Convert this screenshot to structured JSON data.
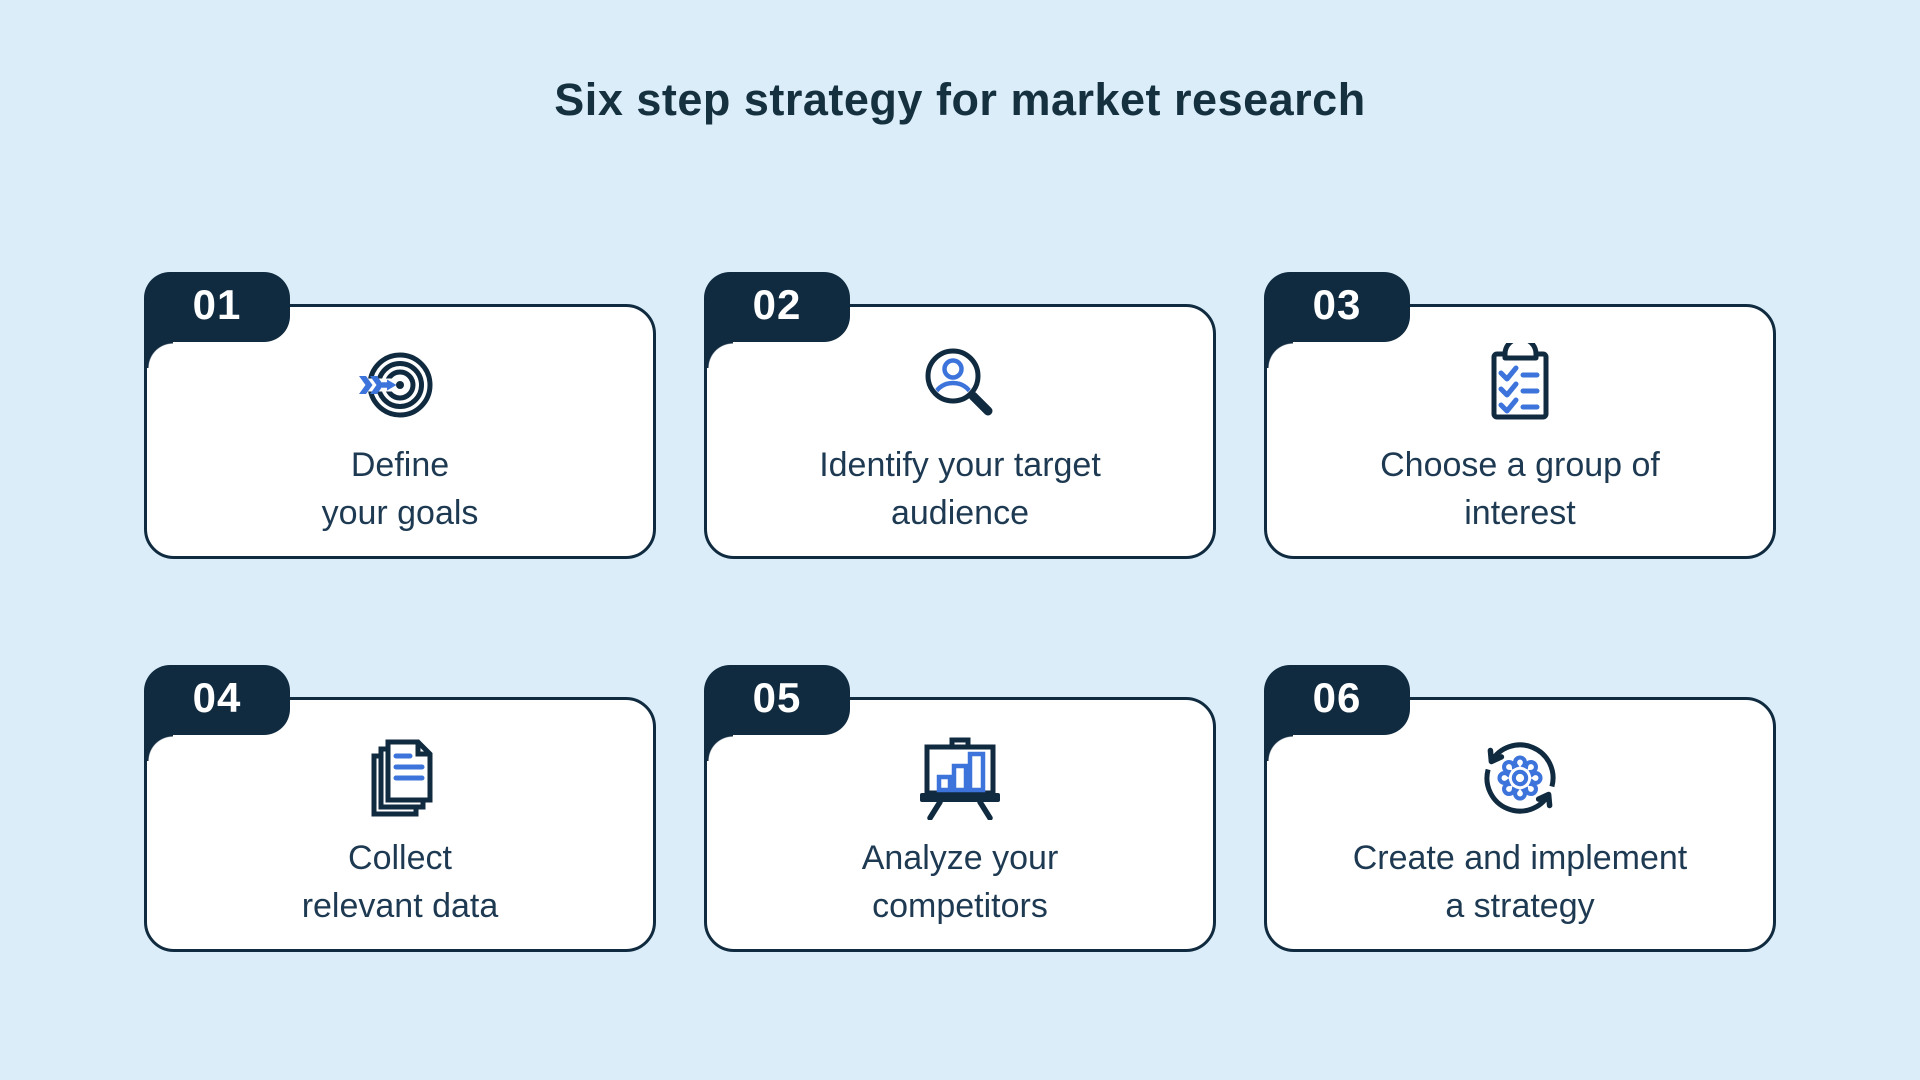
{
  "title": "Six step strategy for market research",
  "colors": {
    "background": "#daedf8",
    "navy": "#102b40",
    "accent_blue": "#3d74db",
    "card_background": "#ffffff"
  },
  "steps": [
    {
      "number": "01",
      "label": "Define\nyour goals",
      "icon": "target-arrow-icon"
    },
    {
      "number": "02",
      "label": "Identify your target\naudience",
      "icon": "magnifier-person-icon"
    },
    {
      "number": "03",
      "label": "Choose a group of\ninterest",
      "icon": "clipboard-checklist-icon"
    },
    {
      "number": "04",
      "label": "Collect\nrelevant data",
      "icon": "documents-icon"
    },
    {
      "number": "05",
      "label": "Analyze your\ncompetitors",
      "icon": "presentation-chart-icon"
    },
    {
      "number": "06",
      "label": "Create and implement\na strategy",
      "icon": "cycle-gear-icon"
    }
  ]
}
